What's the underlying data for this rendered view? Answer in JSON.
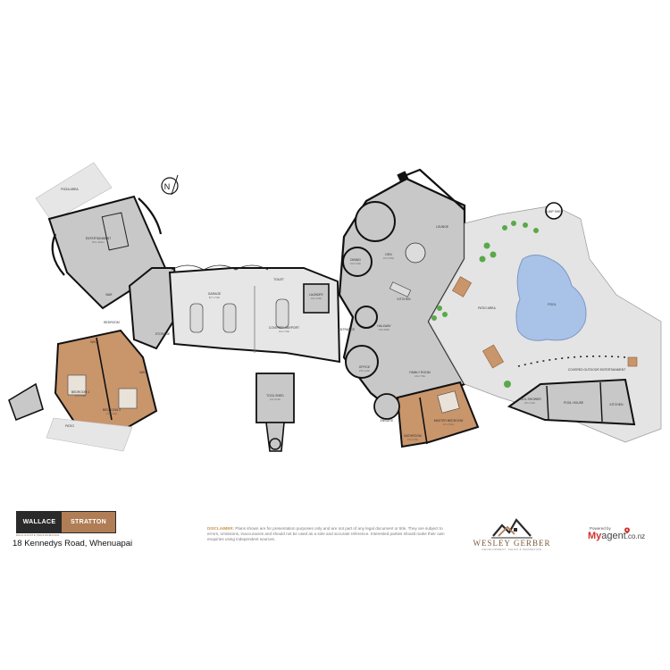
{
  "compass": {
    "letter": "N"
  },
  "rooms": [
    {
      "key": "pizza",
      "name": "PIZZA AREA",
      "dim": ""
    },
    {
      "key": "entertain",
      "name": "ENTERTAINMENT",
      "dim": "8.0 x 10.1m"
    },
    {
      "key": "bar",
      "name": "BAR",
      "dim": ""
    },
    {
      "key": "bedroom",
      "name": "BEDROOM",
      "dim": ""
    },
    {
      "key": "wic1",
      "name": "W/IC",
      "dim": ""
    },
    {
      "key": "bed1",
      "name": "BEDROOM 1",
      "dim": "4.4 x 4.4m"
    },
    {
      "key": "bed2",
      "name": "BEDROOM 2",
      "dim": "4.6 x 4.4m"
    },
    {
      "key": "wic2",
      "name": "W/IC",
      "dim": ""
    },
    {
      "key": "patio",
      "name": "PATIO",
      "dim": ""
    },
    {
      "key": "storage",
      "name": "STORAGE",
      "dim": ""
    },
    {
      "key": "garage",
      "name": "GARAGE",
      "dim": "8.7 x 7.6m"
    },
    {
      "key": "toilet",
      "name": "TOILET",
      "dim": ""
    },
    {
      "key": "covered",
      "name": "COVERED CARPORT",
      "dim": "3.3 x 7.0m"
    },
    {
      "key": "laundry",
      "name": "LAUNDRY",
      "dim": "3.2 x 3.3m"
    },
    {
      "key": "tool",
      "name": "TOOL SHED",
      "dim": "4.3 x 6.4m"
    },
    {
      "key": "dining",
      "name": "DINING",
      "dim": "3.3 x 3.3m"
    },
    {
      "key": "den",
      "name": "DEN",
      "dim": "4.5 x 5.5m"
    },
    {
      "key": "lounge",
      "name": "LOUNGE",
      "dim": ""
    },
    {
      "key": "kitchen",
      "name": "KITCHEN",
      "dim": ""
    },
    {
      "key": "hallway",
      "name": "HALLWAY",
      "dim": "1.8 x 8.5m"
    },
    {
      "key": "entrance",
      "name": "ENTRANCE",
      "dim": ""
    },
    {
      "key": "office",
      "name": "OFFICE",
      "dim": "2.8 x 4.0m"
    },
    {
      "key": "family",
      "name": "FAMILY ROOM",
      "dim": "4.9 x 7.5m"
    },
    {
      "key": "ensuite",
      "name": "ENSUITE",
      "dim": ""
    },
    {
      "key": "master",
      "name": "MASTER BEDROOM",
      "dim": "4.1 x 5.2m"
    },
    {
      "key": "bathroom",
      "name": "BATHROOM",
      "dim": "2.0 x 2.6m"
    },
    {
      "key": "patio2",
      "name": "PATIO AREA",
      "dim": ""
    },
    {
      "key": "pool",
      "name": "POOL",
      "dim": ""
    },
    {
      "key": "pump",
      "name": "PUMP SHED",
      "dim": ""
    },
    {
      "key": "covout",
      "name": "COVERED OUTDOOR ENTERTAINMENT",
      "dim": ""
    },
    {
      "key": "pooltoilet",
      "name": "POOL SHOWER",
      "dim": "2.5 x 1.5m"
    },
    {
      "key": "poolhouse",
      "name": "POOL HOUSE",
      "dim": ""
    },
    {
      "key": "kitchen2",
      "name": "KITCHEN",
      "dim": ""
    }
  ],
  "footer": {
    "brand_left": "WALLACE",
    "brand_right": "STRATTON",
    "brand_sub": "REAL ESTATE PERFORMANCE",
    "address": "18 Kennedys Road, Whenuapai",
    "disclaimer_head": "DISCLAIMER:",
    "disclaimer_body": "Plans shown are for presentation purposes only and are not part of any legal document or title. They are subject to errors, omissions, inaccuracies and should not be used as a sole and accurate reference. Interested parties should make their own enquiries using independent sources.",
    "wg_name": "WESLEY GERBER",
    "wg_sub": "DEVELOPMENT, SALES & MARKETING",
    "ma_powered": "Powered by",
    "ma_my": "My",
    "ma_agent": "agent",
    "ma_suffix": ".co.nz"
  },
  "colors": {
    "floor": "#c8c8c8",
    "room_wood": "#c9956b",
    "outdoor": "#e4e4e4",
    "pool": "#a9c2e8",
    "plant": "#5aa84a",
    "wall": "#111111"
  }
}
